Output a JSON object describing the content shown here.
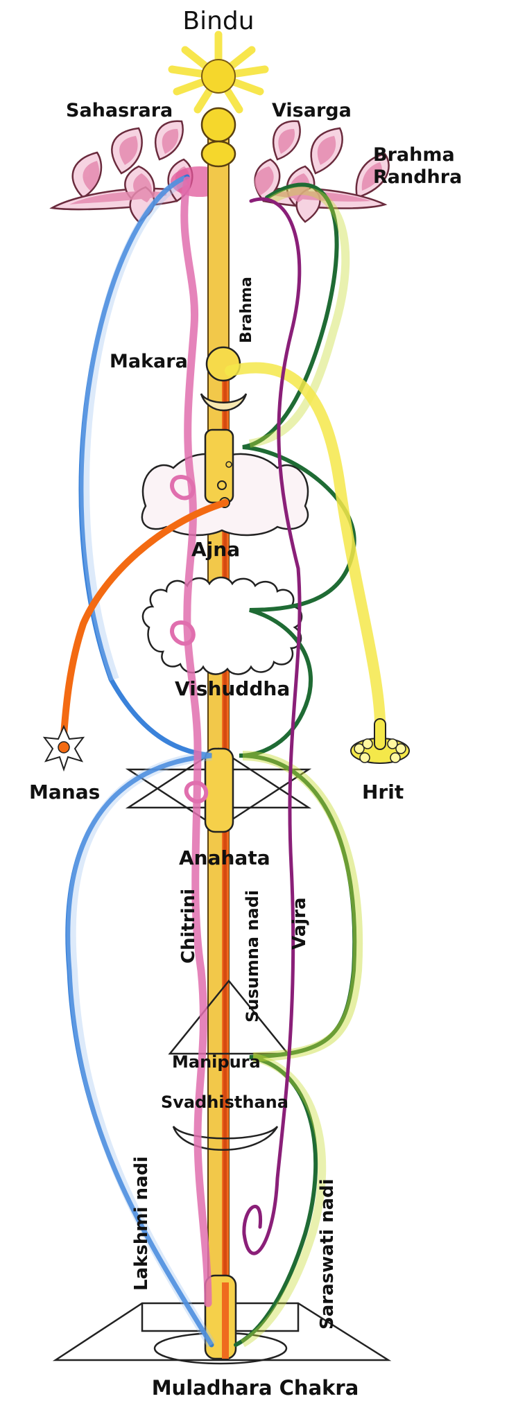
{
  "labels": {
    "bindu": "Bindu",
    "sahasrara": "Sahasrara",
    "visarga": "Visarga",
    "brahma_randhra_1": "Brahma",
    "brahma_randhra_2": "Randhra",
    "brahma": "Brahma",
    "makara": "Makara",
    "ajna": "Ajna",
    "vishuddha": "Vishuddha",
    "manas": "Manas",
    "hrit": "Hrit",
    "anahata": "Anahata",
    "chitrini": "Chitrini",
    "susumna": "Susumna nadi",
    "vajra": "Vajra",
    "manipura": "Manipura",
    "svadhisthana": "Svadhisthana",
    "lakshmi": "Lakshmi nadi",
    "saraswati": "Saraswati nadi",
    "muladhara": "Muladhara Chakra"
  },
  "colors": {
    "sun": "#f7e43a",
    "lotus": "#e58bb0",
    "lotus_stroke": "#b4365f",
    "susumna_gold": "#e7b731",
    "susumna_orange": "#ef6b1e",
    "chitrini_pink": "#e06fae",
    "vajra_purple": "#8a1f78",
    "lakshmi_blue": "#2574d6",
    "saraswati_green": "#1f6b34",
    "lime": "#c8dc38",
    "hrit_yellow": "#f4e84a",
    "manas_orange": "#f36a12",
    "ink": "#222222"
  }
}
